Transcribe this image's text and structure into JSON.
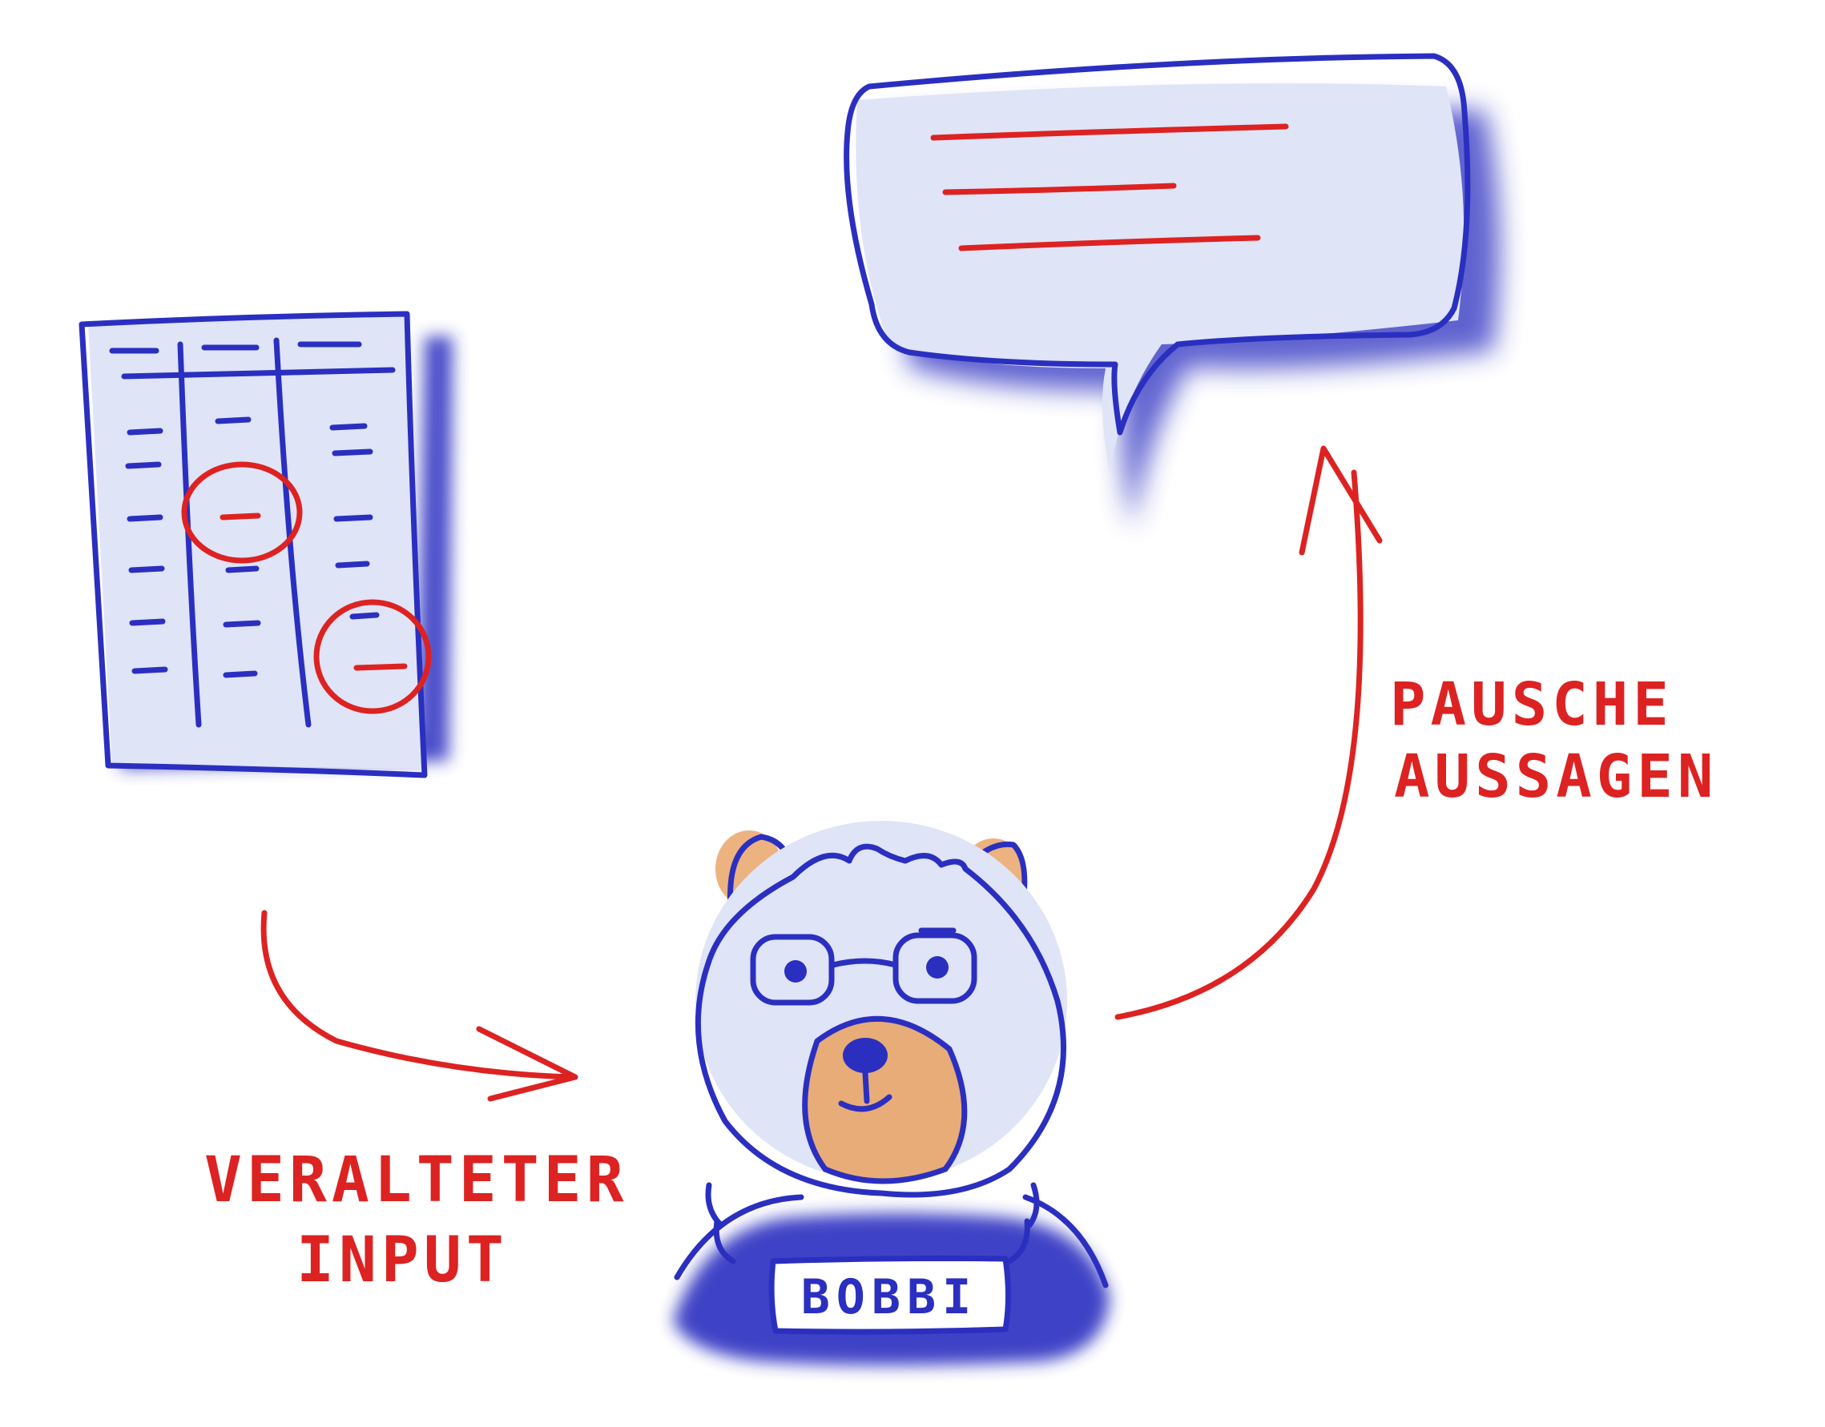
{
  "labels": {
    "input_line1": "VERALTETER",
    "input_line2": "INPUT",
    "output_line1": "PAUSCHE",
    "output_line2": "AUSSAGEN",
    "bear_tag": "BOBBI"
  },
  "colors": {
    "ink_blue": "#2b2fc0",
    "ink_red": "#dd2222",
    "wash_blue": "#dfe4f6",
    "fur_orange": "#e9a56a"
  },
  "icons": [
    "table-document-icon",
    "speech-bubble-icon",
    "bear-character-icon",
    "arrow-icon"
  ]
}
